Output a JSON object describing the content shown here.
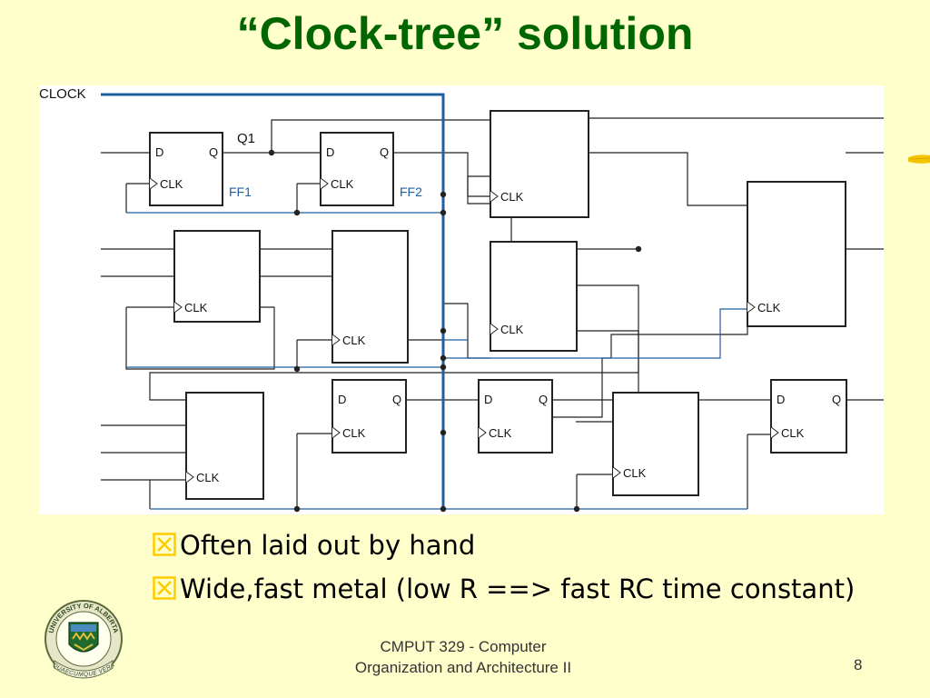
{
  "title": "“Clock-tree” solution",
  "diagram": {
    "clock_label": "CLOCK",
    "q1_label": "Q1",
    "ff1_label": "FF1",
    "ff2_label": "FF2",
    "pin_d": "D",
    "pin_q": "Q",
    "pin_clk": "CLK",
    "clock_color": "#1F5FA0"
  },
  "bullets": [
    "Often laid out by hand",
    "Wide,fast metal (low R ==> fast RC time constant)"
  ],
  "bullet_icon": "checked-box-icon",
  "footer": {
    "line1": "CMPUT 329 - Computer",
    "line2": "Organization and Architecture II",
    "page": "8"
  },
  "logo": {
    "icon": "university-crest-icon",
    "text_top": "UNIVERSITY OF ALBERTA",
    "text_bottom": "QUAECUMQUE VERA"
  },
  "colors": {
    "background": "#FFFFCC",
    "title": "#006600",
    "bullet_icon": "#FFCC00"
  }
}
